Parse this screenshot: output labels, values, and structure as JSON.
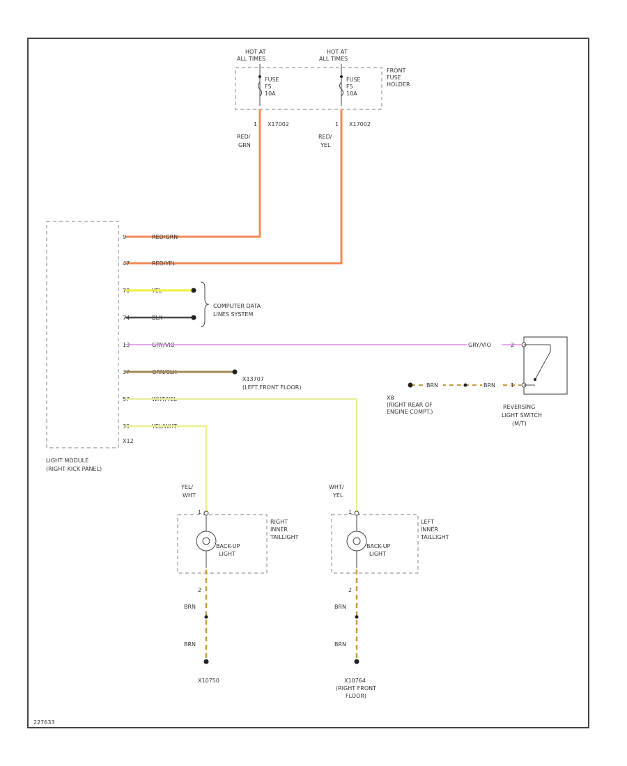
{
  "fuse_left": {
    "hot_label": [
      "HOT AT",
      "ALL TIMES"
    ],
    "fuse_text": [
      "FUSE",
      "F5",
      "10A"
    ],
    "pin": "1",
    "connector": "X17002",
    "wire": [
      "RED/",
      "GRN"
    ]
  },
  "fuse_right": {
    "hot_label": [
      "HOT AT",
      "ALL TIMES"
    ],
    "fuse_text": [
      "FUSE",
      "F5",
      "10A"
    ],
    "pin": "1",
    "connector": "X17002",
    "wire": [
      "RED/",
      "YEL"
    ]
  },
  "fuse_holder_label": [
    "FRONT",
    "FUSE",
    "HOLDER"
  ],
  "module_pins": [
    {
      "pin": "9",
      "wire": "RED/GRN",
      "color": "#f08a55"
    },
    {
      "pin": "47",
      "wire": "RED/YEL",
      "color": "#f08a55"
    },
    {
      "pin": "70",
      "wire": "YEL",
      "color": "#f2ee3c"
    },
    {
      "pin": "74",
      "wire": "BLK",
      "color": "#444444"
    },
    {
      "pin": "13",
      "wire": "GRY/VIO",
      "color": "#dd88e6"
    },
    {
      "pin": "37",
      "wire": "GRN/BLK",
      "color": "#a58a55"
    },
    {
      "pin": "57",
      "wire": "WHT/YEL",
      "color": "#e9ec9a"
    },
    {
      "pin": "39",
      "wire": "YEL/WHT",
      "color": "#f0ee8c"
    }
  ],
  "data_lines_label": [
    "COMPUTER DATA",
    "LINES SYSTEM"
  ],
  "ground_left_front": [
    "X13707",
    "(LEFT FRONT FLOOR)"
  ],
  "module_connector": "X12",
  "module_label": [
    "LIGHT MODULE",
    "(RIGHT KICK PANEL)"
  ],
  "reversing_switch": {
    "wire_in": "GRY/VIO",
    "pin_in": "2",
    "pin_out": "1",
    "wire_out": [
      "BRN",
      "BRN"
    ],
    "label": [
      "REVERSING",
      "LIGHT SWITCH",
      "(M/T)"
    ]
  },
  "ground_engine": [
    "X8",
    "(RIGHT REAR OF",
    "ENGINE COMPT.)"
  ],
  "right_lamp": {
    "wire_top": [
      "YEL/",
      "WHT"
    ],
    "pin_top": "1",
    "lamp_label": [
      "BACK-UP",
      "LIGHT"
    ],
    "housing_label": [
      "RIGHT",
      "INNER",
      "TAILLIGHT"
    ],
    "pin_bottom": "2",
    "wire_bottom": [
      "BRN",
      "BRN"
    ],
    "ground": [
      "X10750"
    ]
  },
  "left_lamp": {
    "wire_top": [
      "WHT/",
      "YEL"
    ],
    "pin_top": "1",
    "lamp_label": [
      "BACK-UP",
      "LIGHT"
    ],
    "housing_label": [
      "LEFT",
      "INNER",
      "TAILLIGHT"
    ],
    "pin_bottom": "2",
    "wire_bottom": [
      "BRN",
      "BRN"
    ],
    "ground": [
      "X10764",
      "(RIGHT FRONT",
      "FLOOR)"
    ]
  },
  "figure_id": "227633",
  "colors": {
    "orange": "#f08a55",
    "yellow": "#f2ee3c",
    "violet": "#dd88e6",
    "brown_green": "#a58a55",
    "pale_yellow": "#e9ec9a",
    "brown_dash": "#c79a3e"
  }
}
